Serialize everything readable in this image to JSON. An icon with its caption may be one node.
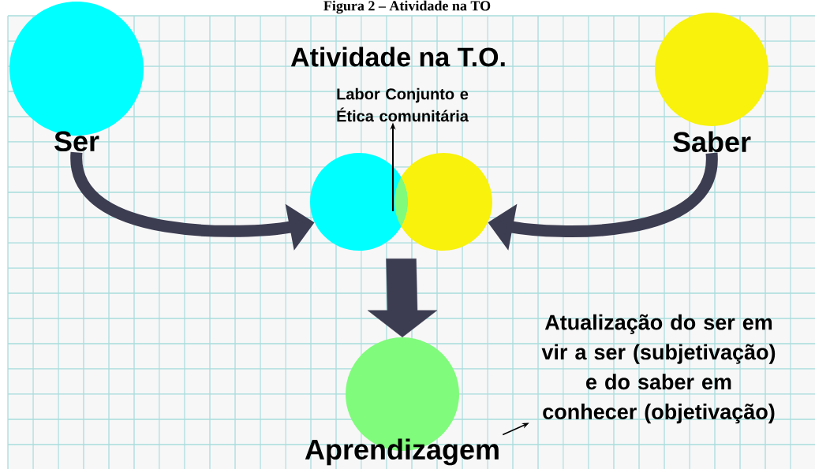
{
  "diagram": {
    "title": "Figura 2 – Atividade na TO",
    "nodes": [
      {
        "text": [
          "Ser"
        ]
      },
      {
        "text": [
          "Saber"
        ]
      },
      {
        "text": [],
        "shape": "circle"
      },
      {
        "text": [],
        "shape": "circle"
      },
      {
        "text": [
          "Labor Conjunto e Ética comunitária"
        ]
      },
      {
        "text": [
          "Aprendizagem"
        ]
      },
      {
        "text": [
          "Atualização do ser em vir a ser (subjetivação) e do saber em conhecer (objetivação)"
        ]
      }
    ],
    "edges": [
      {
        "from": 0,
        "to": 2,
        "arrow": "to",
        "style": "thick"
      },
      {
        "from": 1,
        "to": 3,
        "arrow": "to",
        "style": "thick"
      },
      {
        "from": 2,
        "to": 5,
        "arrow": "to",
        "style": "thick"
      },
      {
        "from": 2,
        "to": 4,
        "arrow": "to"
      },
      {
        "from": 5,
        "to": 6,
        "arrow": "to"
      }
    ],
    "labels": [
      "Atividade na T.O."
    ]
  }
}
